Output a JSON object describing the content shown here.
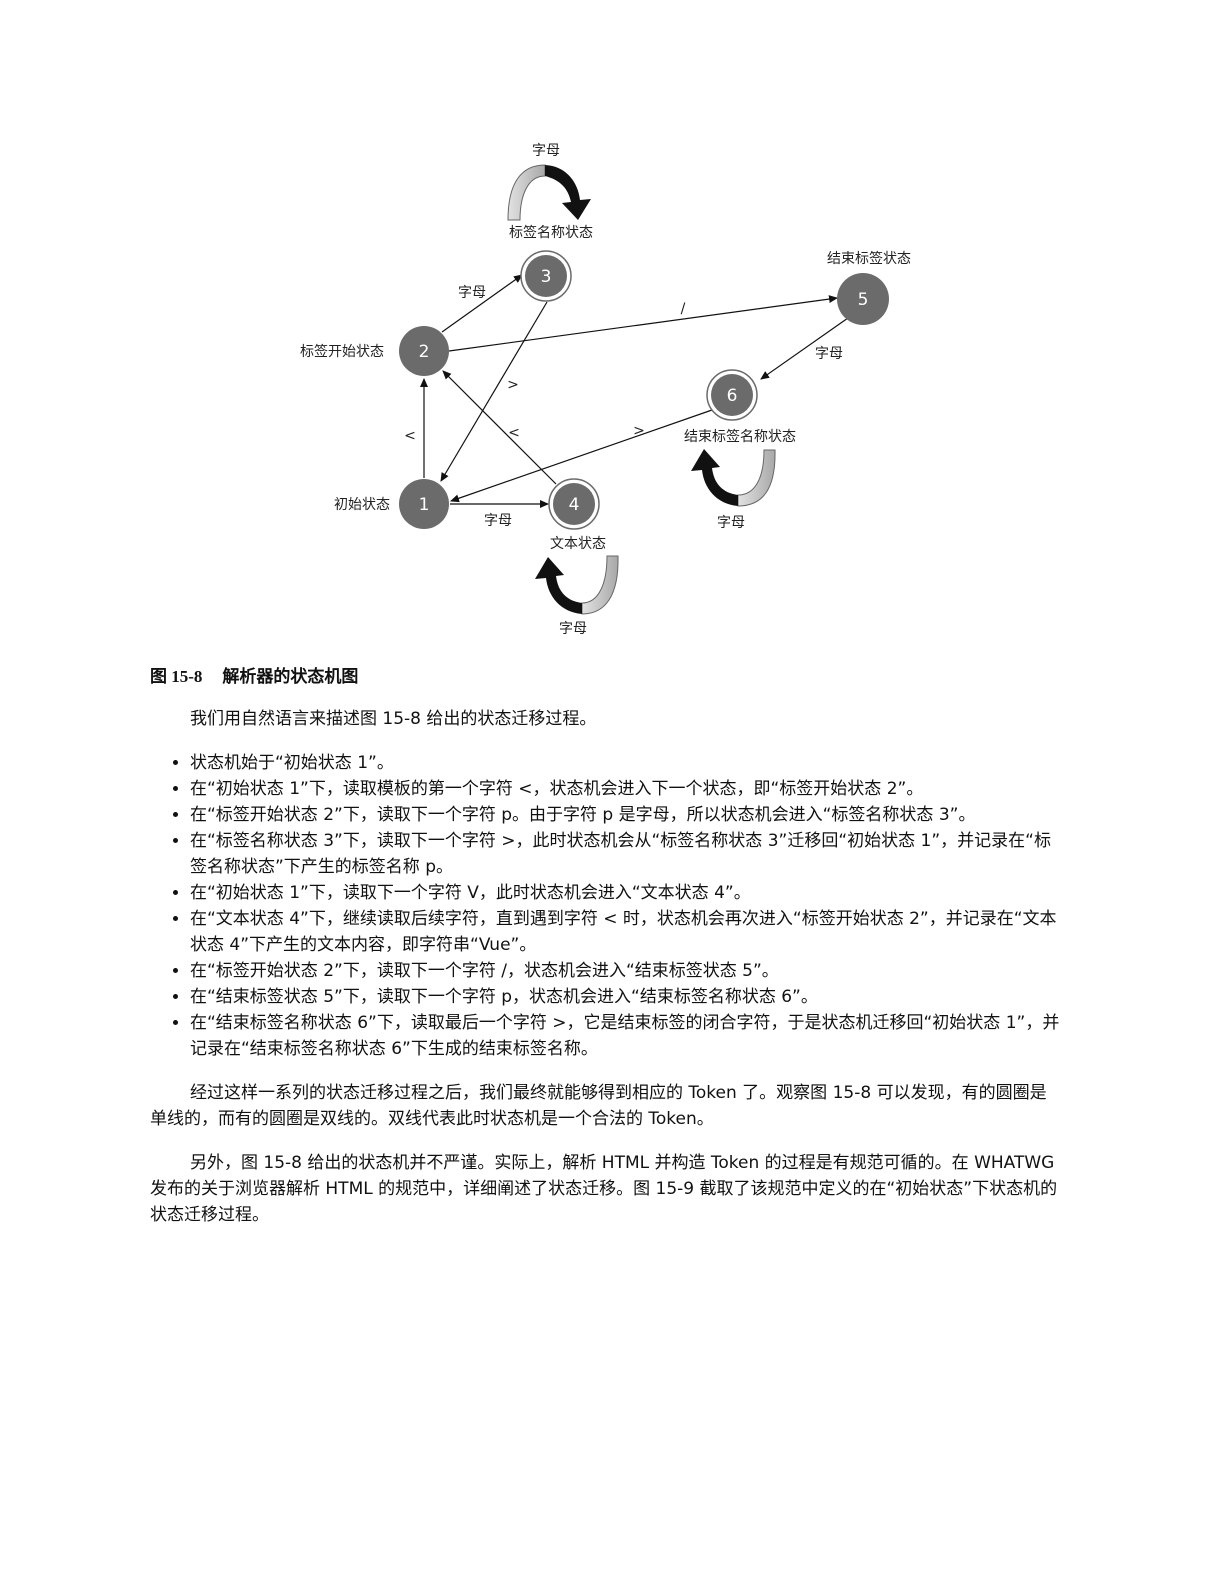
{
  "diagram": {
    "nodes": [
      {
        "id": "1",
        "num": "1",
        "label": "初始状态",
        "double": false
      },
      {
        "id": "2",
        "num": "2",
        "label": "标签开始状态",
        "double": false
      },
      {
        "id": "3",
        "num": "3",
        "label": "标签名称状态",
        "double": true
      },
      {
        "id": "4",
        "num": "4",
        "label": "文本状态",
        "double": true
      },
      {
        "id": "5",
        "num": "5",
        "label": "结束标签状态",
        "double": false
      },
      {
        "id": "6",
        "num": "6",
        "label": "结束标签名称状态",
        "double": true
      }
    ],
    "edge_labels": {
      "e12": "<",
      "e23": "字母",
      "e31": ">",
      "e25": "/",
      "e14": "字母",
      "e42": "<",
      "e56": "字母",
      "e61": ">",
      "loop3": "字母",
      "loop4": "字母",
      "loop6": "字母"
    }
  },
  "figure": {
    "number": "图 15-8",
    "title": "解析器的状态机图"
  },
  "intro": "我们用自然语言来描述图 15-8 给出的状态迁移过程。",
  "steps": [
    "状态机始于“初始状态 1”。",
    "在“初始状态 1”下，读取模板的第一个字符 <，状态机会进入下一个状态，即“标签开始状态 2”。",
    "在“标签开始状态 2”下，读取下一个字符 p。由于字符 p 是字母，所以状态机会进入“标签名称状态 3”。",
    "在“标签名称状态 3”下，读取下一个字符 >，此时状态机会从“标签名称状态 3”迁移回“初始状态 1”，并记录在“标签名称状态”下产生的标签名称 p。",
    "在“初始状态 1”下，读取下一个字符 V，此时状态机会进入“文本状态 4”。",
    "在“文本状态 4”下，继续读取后续字符，直到遇到字符 < 时，状态机会再次进入“标签开始状态 2”，并记录在“文本状态 4”下产生的文本内容，即字符串“Vue”。",
    "在“标签开始状态 2”下，读取下一个字符 /，状态机会进入“结束标签状态 5”。",
    "在“结束标签状态 5”下，读取下一个字符 p，状态机会进入“结束标签名称状态 6”。",
    "在“结束标签名称状态 6”下，读取最后一个字符 >，它是结束标签的闭合字符，于是状态机迁移回“初始状态 1”，并记录在“结束标签名称状态 6”下生成的结束标签名称。"
  ],
  "para2": "经过这样一系列的状态迁移过程之后，我们最终就能够得到相应的 Token 了。观察图 15-8 可以发现，有的圆圈是单线的，而有的圆圈是双线的。双线代表此时状态机是一个合法的 Token。",
  "para3": "另外，图 15-8 给出的状态机并不严谨。实际上，解析 HTML 并构造 Token 的过程是有规范可循的。在 WHATWG 发布的关于浏览器解析 HTML 的规范中，详细阐述了状态迁移。图 15-9 截取了该规范中定义的在“初始状态”下状态机的状态迁移过程。"
}
